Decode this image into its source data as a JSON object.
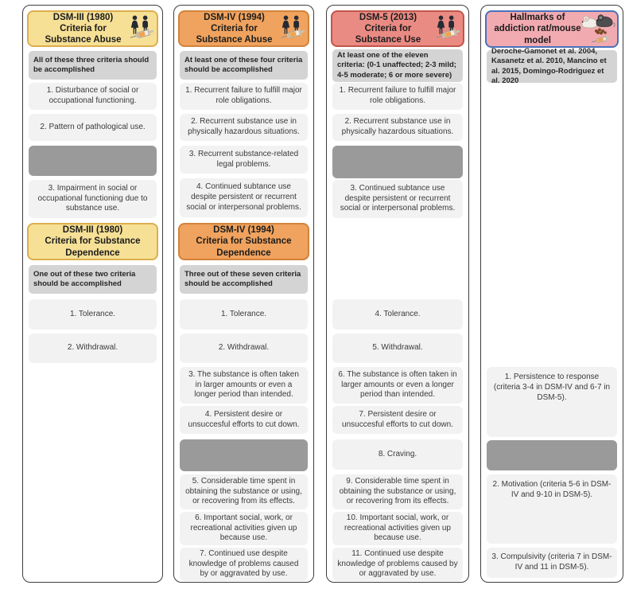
{
  "palette": {
    "dsm3_header_bg": "#F6E096",
    "dsm3_header_border": "#DCAE4D",
    "dsm4_header_bg": "#F0A35E",
    "dsm4_header_border": "#D2833B",
    "dsm5_header_bg": "#EA8B83",
    "dsm5_header_border": "#C2554B",
    "hallmarks_header_bg": "#F2AAB1",
    "hallmarks_header_border": "#4A71BB",
    "note_bg": "#D4D4D5",
    "criterion_bg": "#F2F2F3",
    "redacted_bg": "#9A9A9A",
    "container_border": "#3D3D3D"
  },
  "icons": {
    "people": "people-icon (woman and man silhouettes)",
    "syringe": "syringe-icon",
    "mice": "mice-icon (white mouse, dark mouse, food pellets, syringe)"
  },
  "columns": {
    "dsm3": {
      "abuse": {
        "header": "DSM-III (1980)\nCriteria for\nSubstance Abuse",
        "note": "All of these three criteria should be accomplished",
        "items": {
          "i1": "1. Disturbance of social or occupational functioning.",
          "i2": "2. Pattern of pathological use.",
          "i3": "3. Impairment in social or occupational functioning due to substance use."
        }
      },
      "dependence": {
        "header": "DSM-III (1980)\nCriteria for Substance\nDependence",
        "note": "One out of these two criteria should be accomplished",
        "items": {
          "i1": "1. Tolerance.",
          "i2": "2. Withdrawal."
        }
      }
    },
    "dsm4": {
      "abuse": {
        "header": "DSM-IV (1994)\nCriteria for\nSubstance Abuse",
        "note": "At least one of these four criteria should be accomplished",
        "items": {
          "i1": "1. Recurrent failure to fulfill major role obligations.",
          "i2": "2. Recurrent substance use in physically hazardous situations.",
          "i3": "3. Recurrent substance-related legal problems.",
          "i4": "4. Continued subtance use despite persistent or recurrent social or interpersonal problems."
        }
      },
      "dependence": {
        "header": "DSM-IV (1994)\nCriteria for Substance\nDependence",
        "note": "Three out of these seven criteria should be accomplished",
        "items": {
          "i1": "1. Tolerance.",
          "i2": "2. Withdrawal.",
          "i3": "3. The substance is often taken in larger amounts or even a longer period than intended.",
          "i4": "4. Persistent desire or unsuccesful efforts to cut down.",
          "i5": "5. Considerable time spent in obtaining the substance or using, or recovering from its effects.",
          "i6": "6. Important social, work, or recreational activities given up because use.",
          "i7": "7. Continued use despite knowledge of problems caused by or aggravated by use."
        }
      }
    },
    "dsm5": {
      "use": {
        "header": "DSM-5 (2013)\nCriteria for\nSubstance Use",
        "note": "At least one of the eleven criteria: (0-1 unaffected; 2-3 mild; 4-5 moderate; 6 or more severe)",
        "items": {
          "i1": "1. Recurrent failure to fulfill major role obligations.",
          "i2": "2. Recurrent substance use in physically hazardous situations.",
          "i3": "3. Continued subtance use despite persistent or recurrent social or interpersonal problems.",
          "i4": "4. Tolerance.",
          "i5": "5. Withdrawal.",
          "i6": "6. The substance is often taken in larger amounts or even a longer period than intended.",
          "i7": "7. Persistent desire or unsuccesful efforts to cut down.",
          "i8": "8. Craving.",
          "i9": "9. Considerable time spent in obtaining the substance or using, or recovering from its effects.",
          "i10": "10. Important social, work, or recreational activities given up because use.",
          "i11": "11. Continued use despite knowledge of problems caused by or aggravated by use."
        }
      }
    },
    "hallmarks": {
      "header": "Hallmarks of\naddiction rat/mouse\nmodel",
      "note": "Deroche-Gamonet et al. 2004, Kasanetz et al. 2010, Mancino et al. 2015, Domingo-Rodriguez et al. 2020",
      "items": {
        "i1": "1. Persistence to response (criteria 3-4 in DSM-IV and 6-7 in DSM-5).",
        "i2": "2. Motivation (criteria 5-6 in DSM-IV and 9-10 in DSM-5).",
        "i3": "3. Compulsivity (criteria 7 in DSM-IV and 11 in DSM-5)."
      }
    }
  }
}
